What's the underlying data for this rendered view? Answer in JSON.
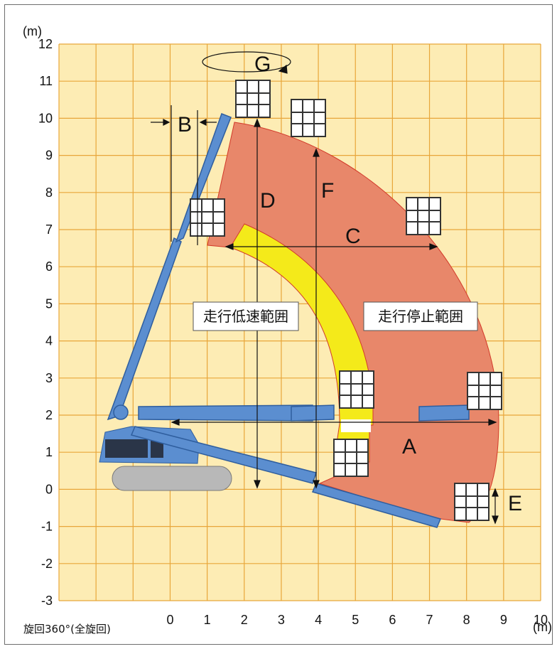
{
  "axes": {
    "y_unit": "(m)",
    "x_unit": "(m)",
    "y_ticks": [
      "12",
      "11",
      "10",
      "9",
      "8",
      "7",
      "6",
      "5",
      "4",
      "3",
      "2",
      "1",
      "0",
      "-1",
      "-2",
      "-3"
    ],
    "x_ticks": [
      "0",
      "1",
      "2",
      "3",
      "4",
      "5",
      "6",
      "7",
      "8",
      "9",
      "10"
    ]
  },
  "zones": {
    "low_speed": "走行低速範囲",
    "stop": "走行停止範囲"
  },
  "dimensions": {
    "A": "A",
    "B": "B",
    "C": "C",
    "D": "D",
    "E": "E",
    "F": "F",
    "G": "G"
  },
  "caption": "旋回360°(全旋回)",
  "colors": {
    "grid_bg": "#fdecb4",
    "grid_line": "#e8a63a",
    "stop_zone": "#e8876a",
    "low_speed_zone": "#f4ea1a",
    "boom": "#5b8ed0",
    "boom_dark": "#2f5e9e",
    "track": "#b8b8b8"
  }
}
